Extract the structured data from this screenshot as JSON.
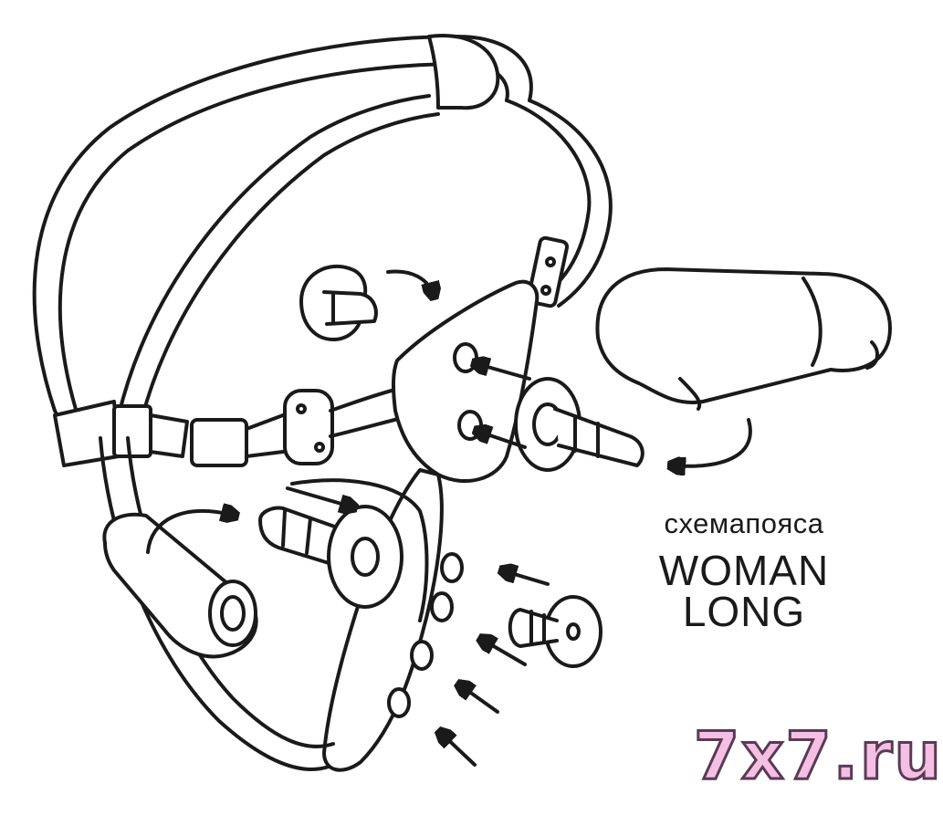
{
  "caption": {
    "line1": "схемапояса",
    "line2": "WOMAN",
    "line3": "LONG"
  },
  "watermark": {
    "text": "7x7.ru",
    "fill_color": "#f4bfe3",
    "outline_color": "#5a3a55"
  },
  "colors": {
    "line": "#1a1a1a",
    "background": "#ffffff"
  }
}
